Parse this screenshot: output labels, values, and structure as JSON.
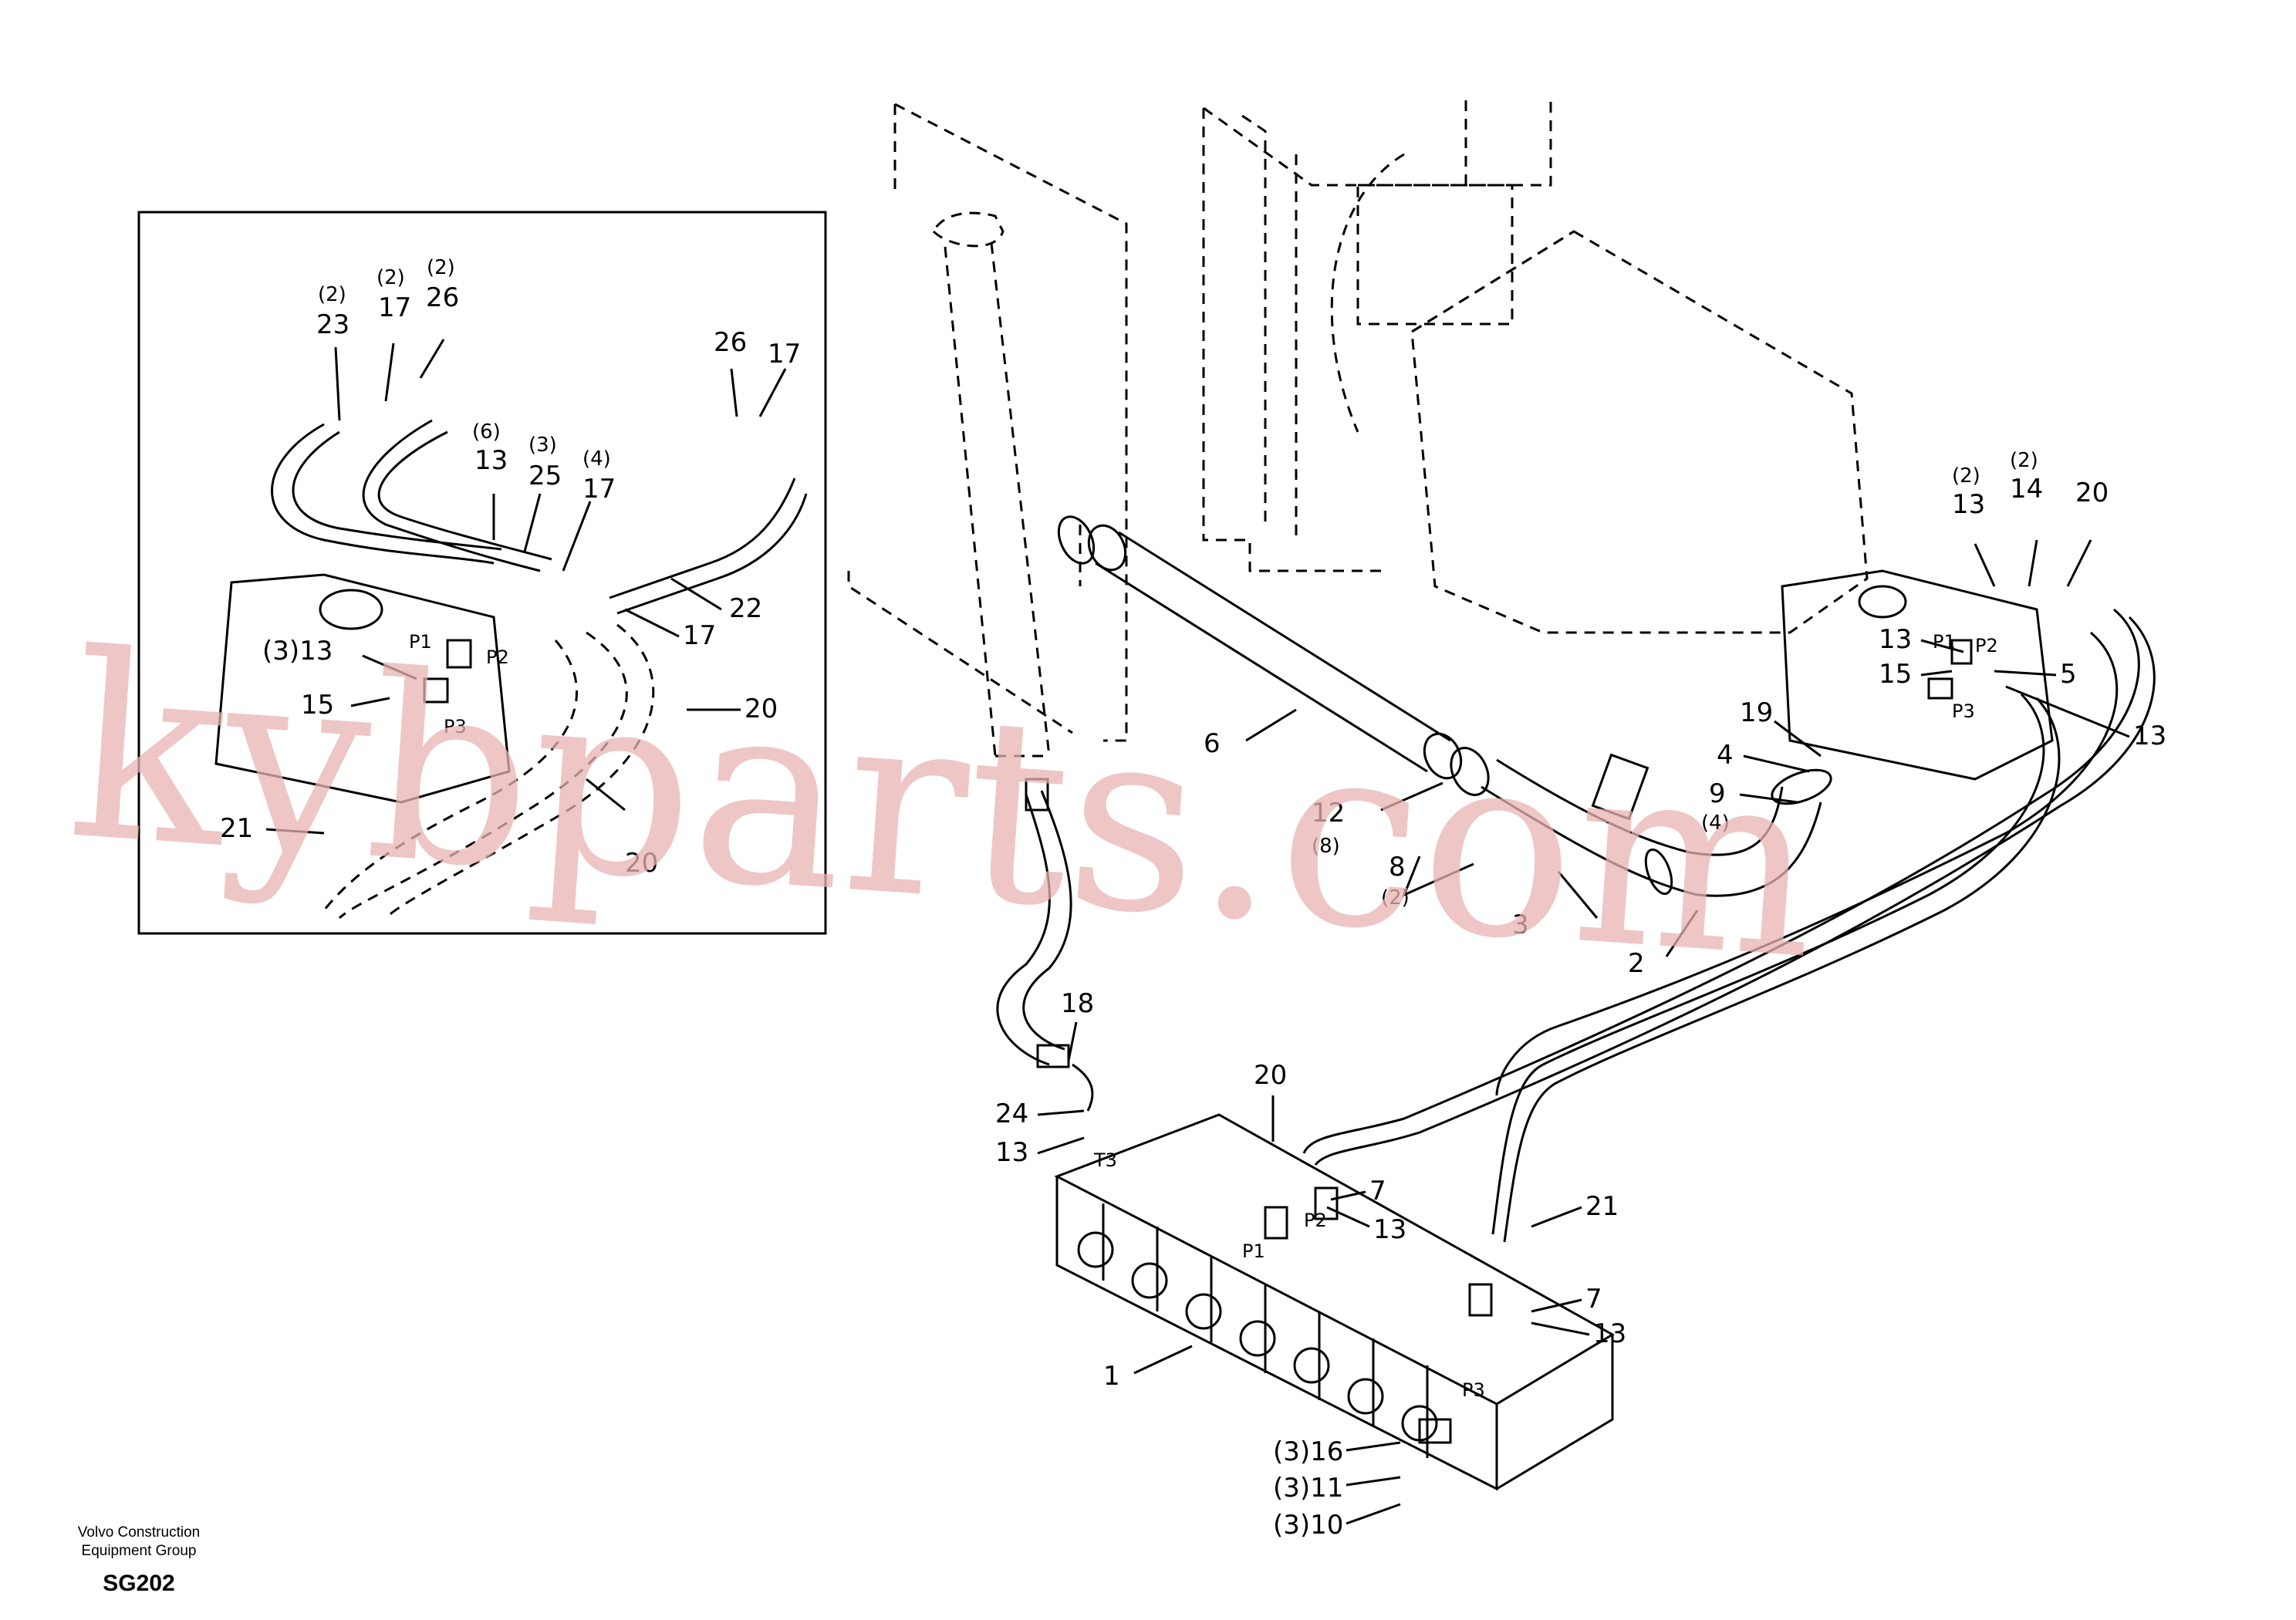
{
  "watermark": "kybparts.com",
  "footer": {
    "company_line1": "Volvo Construction",
    "company_line2": "Equipment Group",
    "code": "SG202"
  },
  "detail": {
    "labels": {
      "q23": "(2)",
      "n23": "23",
      "q17a": "(2)",
      "n17a": "17",
      "q26a": "(2)",
      "n26a": "26",
      "n26b": "26",
      "n17b": "17",
      "q13a": "(6)",
      "n13a": "13",
      "q25": "(3)",
      "n25": "25",
      "q17c": "(4)",
      "n17c": "17",
      "n22": "22",
      "n17d": "17",
      "n13b": "(3)13",
      "n15": "15",
      "n20": "20",
      "n20b": "20",
      "n21": "21"
    },
    "ports": {
      "p1": "P1",
      "p2": "P2",
      "p3": "P3"
    }
  },
  "main": {
    "labels": {
      "n6": "6",
      "n12": "12",
      "q12": "(8)",
      "n8": "8",
      "q8": "(2)",
      "n3": "3",
      "n2": "2",
      "n19": "19",
      "n4": "4",
      "n9": "9",
      "q9": "(4)",
      "q13r": "(2)",
      "n13r": "13",
      "q14": "(2)",
      "n14": "14",
      "n20r": "20",
      "n13s": "13",
      "n15r": "15",
      "n5": "5",
      "n13t": "13",
      "n18": "18",
      "n24": "24",
      "n13u": "13",
      "n20m": "20",
      "n7a": "7",
      "n13v": "13",
      "n21m": "21",
      "n7b": "7",
      "n13w": "13",
      "n1": "1",
      "n16": "(3)16",
      "n11": "(3)11",
      "n10": "(3)10"
    },
    "ports": {
      "t3": "T3",
      "p1": "P1",
      "p2": "P2",
      "p3": "P3",
      "p1r": "P1",
      "p2r": "P2",
      "p3r": "P3"
    }
  }
}
